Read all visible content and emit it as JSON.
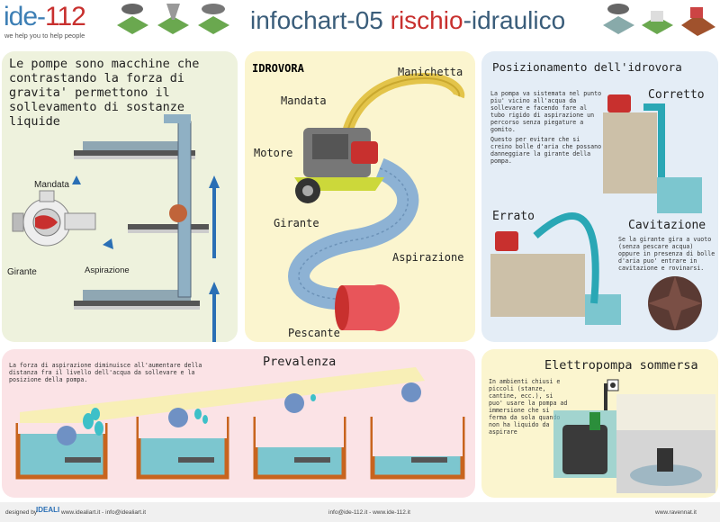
{
  "header": {
    "logo_main": "ide-",
    "logo_num": "112",
    "tagline": "we help you to help people",
    "title_prefix": "infochart-05 ",
    "title_highlight": "rischio",
    "title_suffix": "-idraulico"
  },
  "panel_pompe": {
    "heading": "Le pompe sono macchine che contrastando la forza di gravita' permettono il sollevamento di sostanze liquide",
    "label_mandata": "Mandata",
    "label_girante": "Girante",
    "label_aspirazione": "Aspirazione"
  },
  "panel_idrovora": {
    "title": "IDROVORA",
    "label_manichetta": "Manichetta",
    "label_mandata": "Mandata",
    "label_motore": "Motore",
    "label_girante": "Girante",
    "label_aspirazione": "Aspirazione",
    "label_pescante": "Pescante"
  },
  "panel_posizionamento": {
    "title": "Posizionamento dell'idrovora",
    "text1": "La pompa va sistemata nel punto piu' vicino all'acqua da sollevare e facendo fare al tubo rigido di aspirazione un percorso senza piegature a gomito.",
    "text2": "Questo per evitare che si creino bolle d'aria che possano danneggiare la girante della pompa.",
    "label_corretto": "Corretto",
    "label_errato": "Errato",
    "label_cavitazione": "Cavitazione",
    "text_cavitazione": "Se la girante gira a vuoto (senza pescare acqua) oppure in presenza di bolle d'aria puo' entrare in cavitazione e rovinarsi."
  },
  "panel_prevalenza": {
    "title": "Prevalenza",
    "text": "La forza di aspirazione diminuisce all'aumentare della distanza fra il livello dell'acqua da sollevare e la posizione della pompa."
  },
  "panel_elettropompa": {
    "title": "Elettropompa sommersa",
    "text": "In ambienti chiusi e piccoli (stanze, cantine, ecc.), si puo' usare la pompa ad immersione che si ferma da sola quando non ha liquido da aspirare"
  },
  "footer": {
    "designed_by": "designed by",
    "brand": "IDEALI",
    "left_links": "www.idealiart.it - info@idealiart.it",
    "center_links": "info@ide-112.it - www.ide-112.it",
    "right_link": "www.ravennat.it"
  },
  "colors": {
    "blue_accent": "#3d7fb5",
    "red_accent": "#c8302e",
    "panel_green": "#eef2dd",
    "panel_yellow": "#fbf5cf",
    "panel_blue": "#e4edf6",
    "panel_pink": "#fbe3e6",
    "panel_cream": "#fbf5cf"
  }
}
